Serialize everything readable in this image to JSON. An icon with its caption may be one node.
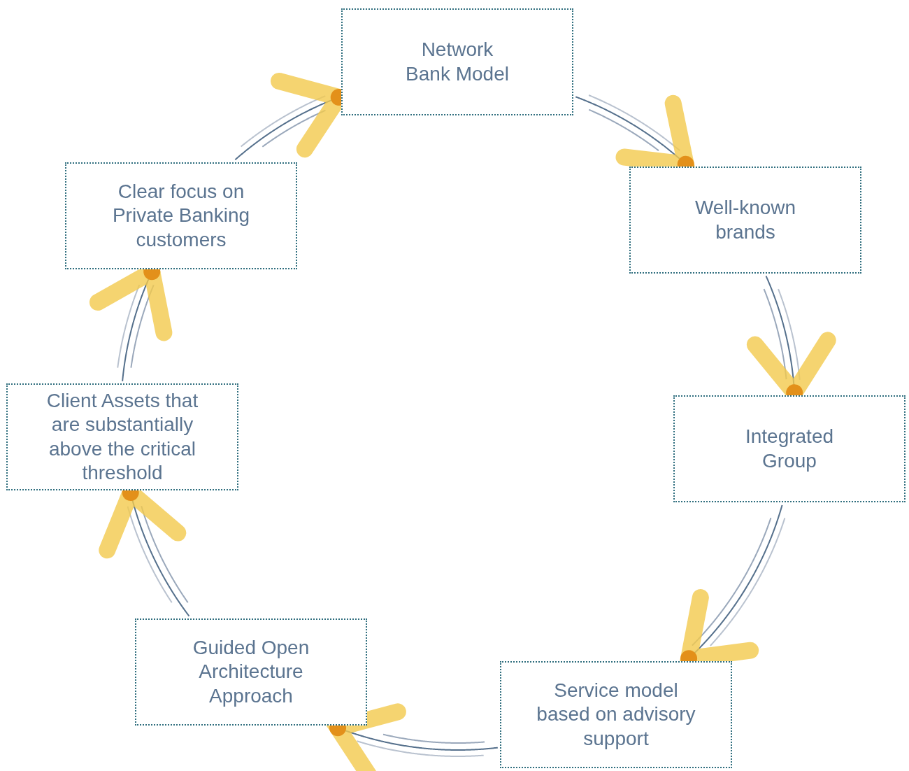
{
  "diagram": {
    "nodes": [
      {
        "text": [
          "Network Bank Model"
        ]
      },
      {
        "text": [
          "Well-known brands"
        ]
      },
      {
        "text": [
          "Integrated Group"
        ]
      },
      {
        "text": [
          "Service model based on advisory support"
        ]
      },
      {
        "text": [
          "Guided Open Architecture Approach"
        ]
      },
      {
        "text": [
          "Client Assets that are substantially above the critical threshold"
        ]
      },
      {
        "text": [
          "Clear focus on Private Banking customers"
        ]
      }
    ],
    "edges": [
      {
        "from": 0,
        "to": 1,
        "arrow": "to"
      },
      {
        "from": 1,
        "to": 2,
        "arrow": "to"
      },
      {
        "from": 2,
        "to": 3,
        "arrow": "to"
      },
      {
        "from": 3,
        "to": 4,
        "arrow": "to"
      },
      {
        "from": 4,
        "to": 5,
        "arrow": "to"
      },
      {
        "from": 5,
        "to": 6,
        "arrow": "to"
      },
      {
        "from": 6,
        "to": 0,
        "arrow": "to"
      }
    ]
  }
}
